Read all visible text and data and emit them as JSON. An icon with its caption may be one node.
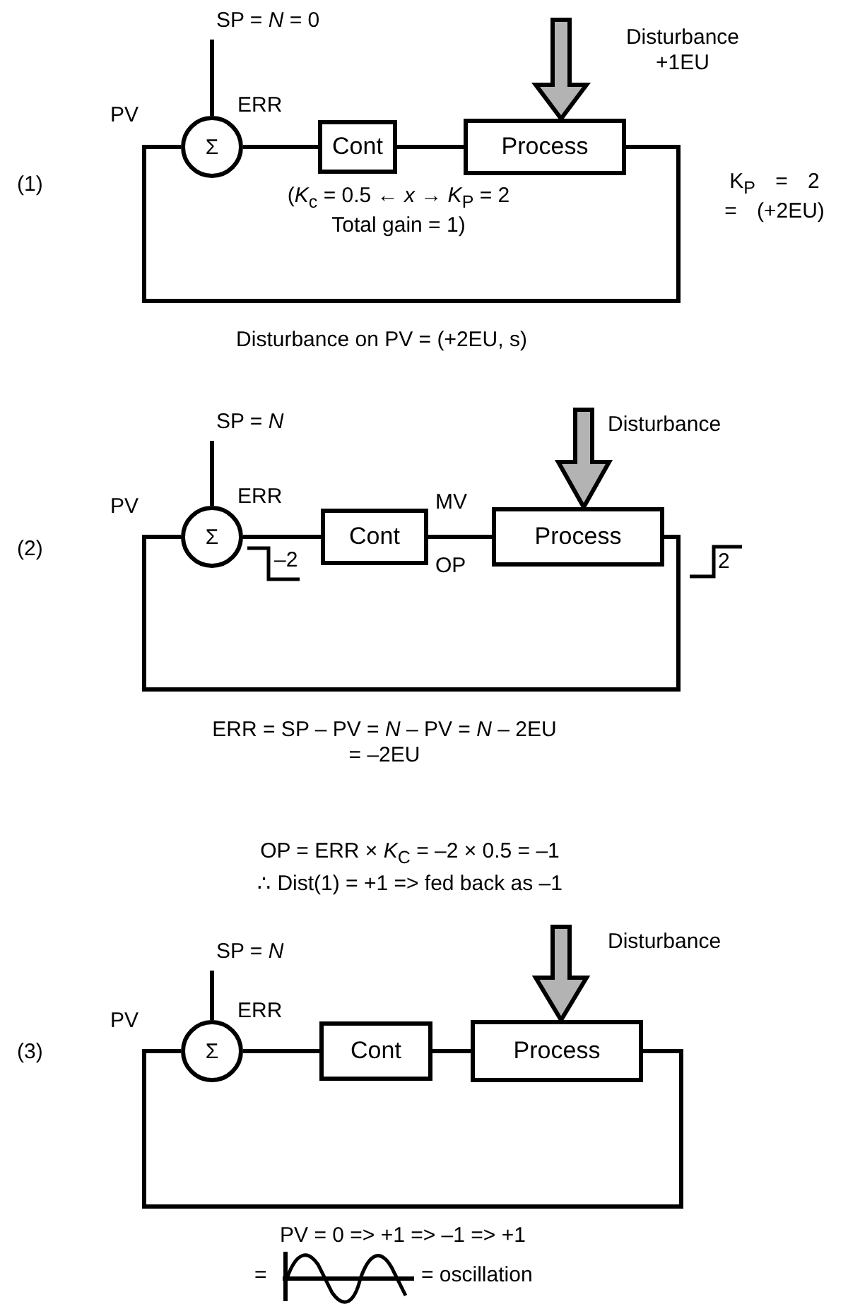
{
  "diagram": {
    "nodes": [
      {
        "text": [
          "SP = *N* = 0"
        ]
      },
      {
        "text": [
          "Σ"
        ]
      },
      {
        "text": [
          "Cont"
        ]
      },
      {
        "text": [
          "Process"
        ]
      },
      {
        "text": [
          "SP = *N*"
        ]
      },
      {
        "text": [
          "Σ"
        ]
      },
      {
        "text": [
          "Cont"
        ]
      },
      {
        "text": [
          "Process"
        ]
      },
      {
        "text": [
          "SP = *N*"
        ]
      },
      {
        "text": [
          "Σ"
        ]
      },
      {
        "text": [
          "Cont"
        ]
      },
      {
        "text": [
          "Process"
        ]
      }
    ],
    "edges": [
      {
        "from": 0,
        "to": 1,
        "arrow": "none"
      },
      {
        "from": 1,
        "to": 2,
        "arrow": "none"
      },
      {
        "from": 2,
        "to": 3,
        "arrow": "none"
      },
      {
        "from": 3,
        "to": 1,
        "arrow": "none"
      },
      {
        "from": null,
        "to": 3,
        "arrow": "to",
        "style": "thick",
        "color": "#b3b3b3"
      },
      {
        "from": 4,
        "to": 5,
        "arrow": "none"
      },
      {
        "from": 5,
        "to": 6,
        "arrow": "none"
      },
      {
        "from": 6,
        "to": 7,
        "arrow": "none"
      },
      {
        "from": 7,
        "to": 5,
        "arrow": "none"
      },
      {
        "from": null,
        "to": 7,
        "arrow": "to",
        "style": "thick",
        "color": "#b3b3b3"
      },
      {
        "from": 8,
        "to": 9,
        "arrow": "none"
      },
      {
        "from": 9,
        "to": 10,
        "arrow": "none"
      },
      {
        "from": 10,
        "to": 11,
        "arrow": "none"
      },
      {
        "from": 11,
        "to": 9,
        "arrow": "none"
      },
      {
        "from": null,
        "to": 11,
        "arrow": "to",
        "style": "thick",
        "color": "#b3b3b3"
      }
    ],
    "labels": [
      "Disturbance +1EU",
      "PV",
      "ERR",
      "(1)",
      "(*K*$_{c}$ = 0.5 ← *x* → *K*$_{P}$ = 2 Total gain = 1)",
      "K$_{P}$ = 2 = (+2EU)",
      "Disturbance on PV = (+2EU, s)",
      "Disturbance",
      "PV",
      "ERR",
      "MV",
      "(2)",
      "–2",
      "OP",
      "2",
      "ERR = SP – PV = *N* – PV = *N* – 2EU = –2EU",
      "OP = ERR × *K*$_{C}$ = –2 × 0.5 = –1",
      "∴ Dist(1) = +1 => fed back as –1",
      "Disturbance",
      "PV",
      "ERR",
      "(3)",
      "PV = 0 => +1 => –1 => +1",
      "=",
      "= oscillation"
    ]
  }
}
